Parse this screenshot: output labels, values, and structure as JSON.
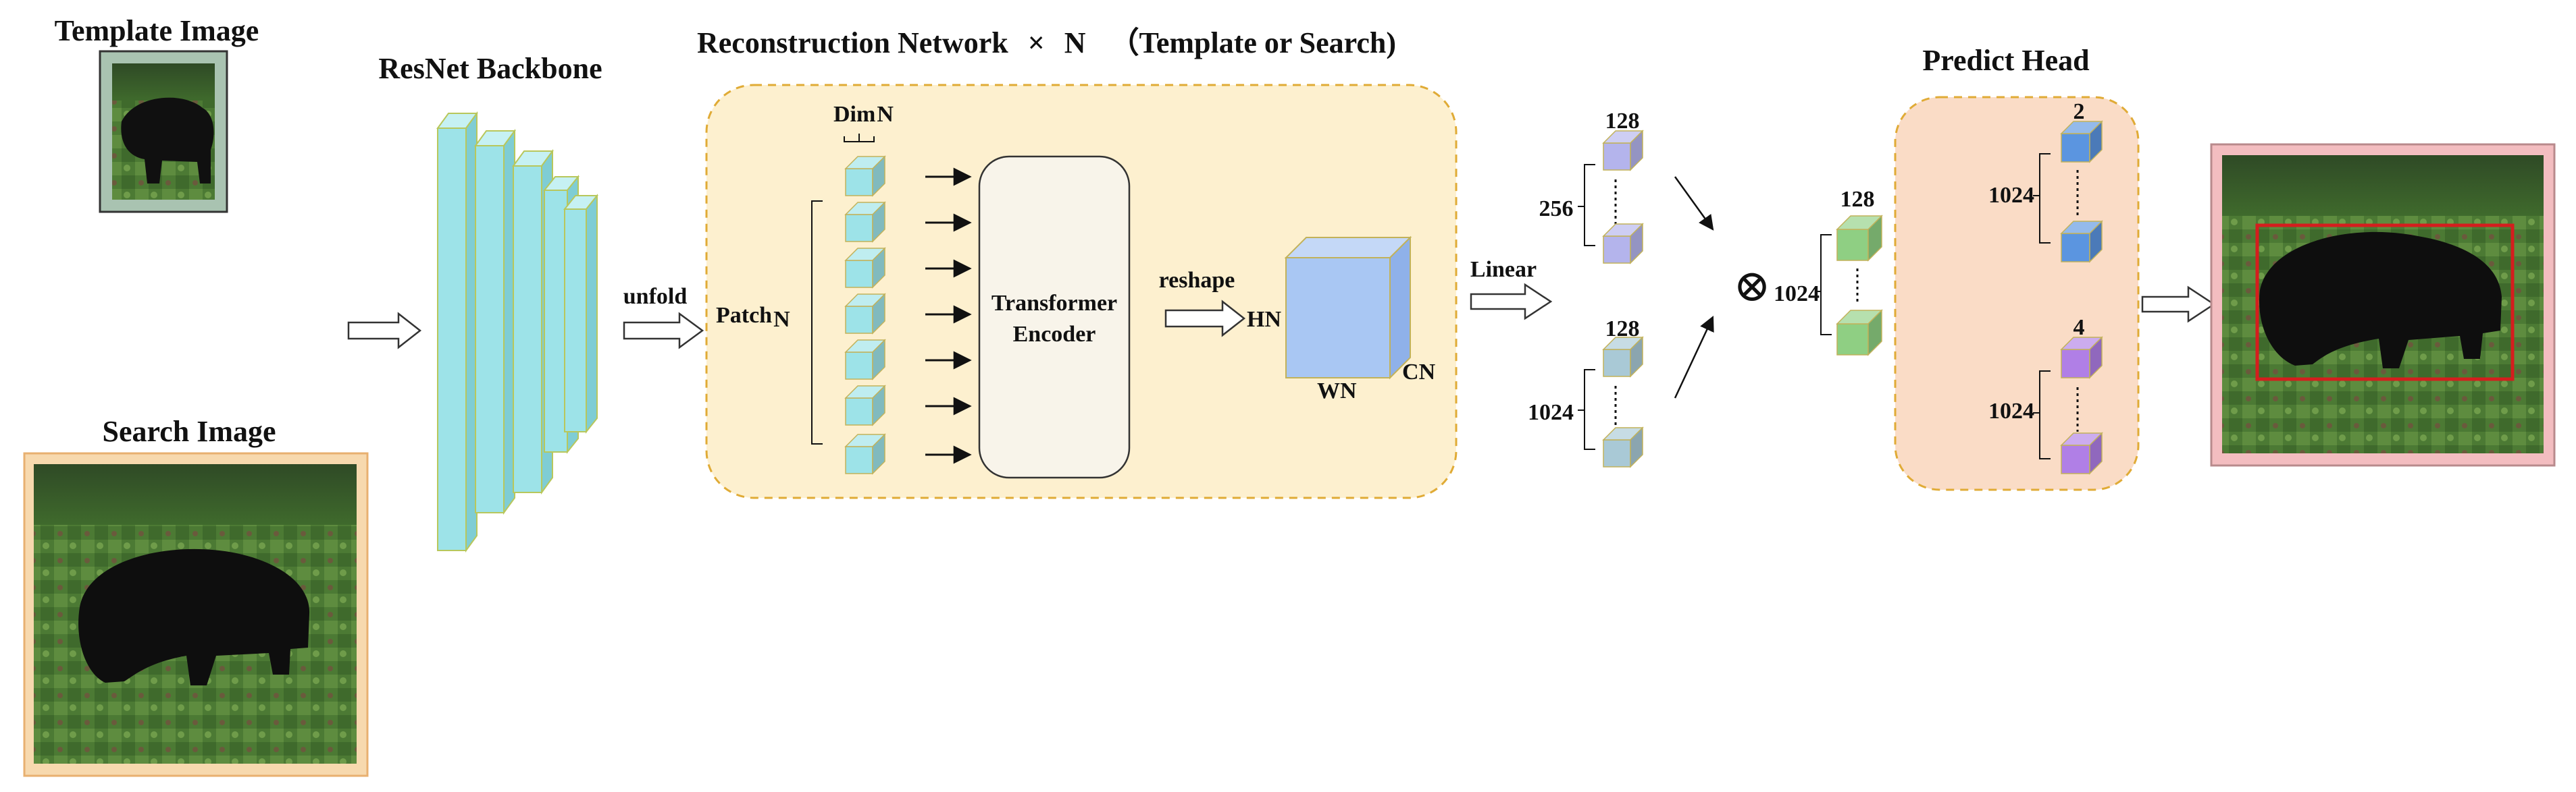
{
  "labels": {
    "template_image": "Template Image",
    "search_image": "Search Image",
    "resnet_backbone": "ResNet Backbone",
    "unfold": "unfold",
    "reconstruction": "Reconstruction Network",
    "times": "×",
    "n": "N",
    "template_or_search": "（Template or Search)",
    "dim": "Dim",
    "patch": "Patch",
    "transformer_line1": "Transformer",
    "transformer_line2": "Encoder",
    "reshape": "reshape",
    "h": "H",
    "w": "W",
    "c": "C",
    "linear": "Linear",
    "predict_head": "Predict Head"
  },
  "dims": {
    "feat_a_top": "128",
    "feat_a_side": "256",
    "feat_b_top": "128",
    "feat_b_side": "1024",
    "fused_top": "128",
    "fused_side": "1024",
    "head_a_top": "2",
    "head_a_side": "1024",
    "head_b_top": "4",
    "head_b_side": "1024"
  },
  "symbols": {
    "tensor_product": "⊗"
  },
  "colors": {
    "cyan_block": "#9de3e8",
    "lavender_cube": "#b4b4ec",
    "grey_cube": "#a9c9d6",
    "green_cube": "#8fcf83",
    "blue_cube": "#5b95e0",
    "purple_cube": "#b07fe6",
    "recon_box": "#fdf0cf",
    "head_box": "#fadcc6",
    "box_dash": "#e0ab36"
  }
}
